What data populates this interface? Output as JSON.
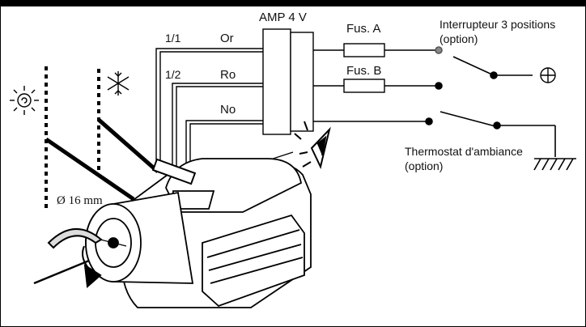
{
  "wires": [
    {
      "number": "1/1",
      "color": "Or"
    },
    {
      "number": "1/2",
      "color": "Ro"
    },
    {
      "color": "No"
    }
  ],
  "connector_label": "AMP 4 V",
  "fuses": [
    "Fus. A",
    "Fus. B"
  ],
  "switch_label": [
    "Interrupteur 3 positions",
    "(option)"
  ],
  "thermostat_label": [
    "Thermostat d'ambiance",
    "(option)"
  ],
  "diameter_label": "Ø 16 mm",
  "icons": [
    "sun-icon",
    "snowflake-icon",
    "eye-icon",
    "rotation-arrow-icon",
    "ground-icon",
    "plus-terminal-icon"
  ]
}
